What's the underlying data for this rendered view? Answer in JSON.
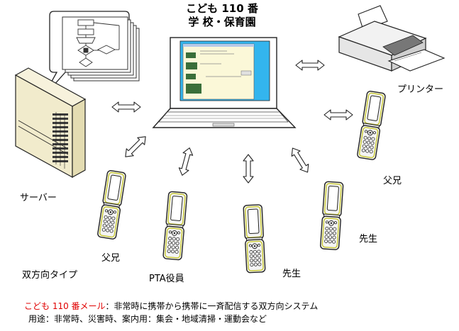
{
  "title": {
    "line1": "こども 110 番",
    "line2": "学 校・保育園"
  },
  "labels": {
    "printer": "プリンター",
    "server": "サーバー",
    "parent_right": "父兄",
    "parent_left": "父兄",
    "teacher_right": "先生",
    "teacher_center": "先生",
    "pta": "PTA役員",
    "two_way_type": "双方向タイプ"
  },
  "caption": {
    "line1_highlight": "こども 110 番メール",
    "line1_rest": "：非常時に携帯から携帯に一斉配信する双方向システム",
    "line2": "用途：非常時、災害時、案内用：集会・地域清掃・運動会など"
  },
  "colors": {
    "highlight": "#e00000",
    "screen": "#33b5ee",
    "phone_trim": "#c9c93a"
  },
  "icons": [
    "server-icon",
    "laptop-icon",
    "printer-icon",
    "flowchart-document-icon",
    "mobile-phone-icon",
    "double-arrow-icon"
  ]
}
